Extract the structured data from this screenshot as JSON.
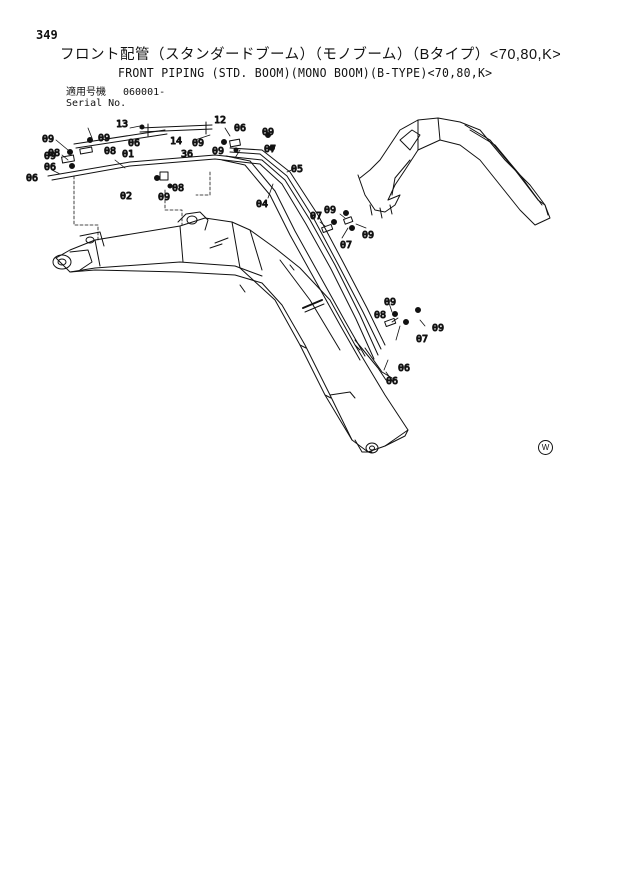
{
  "page_number": "349",
  "title_jp": "フロント配管（スタンダードブーム）（モノブーム）（Bタイプ）<70,80,K>",
  "title_en": "FRONT PIPING (STD. BOOM)(MONO BOOM)(B-TYPE)<70,80,K>",
  "serial": {
    "label_jp": "適用号機",
    "label_en": "Serial No.",
    "value": "060001-"
  },
  "parts": [
    {
      "id": "callout-13",
      "text": "13"
    },
    {
      "id": "callout-06-a",
      "text": "06"
    },
    {
      "id": "callout-14",
      "text": "14"
    },
    {
      "id": "callout-12",
      "text": "12"
    },
    {
      "id": "callout-09-a",
      "text": "09"
    },
    {
      "id": "callout-09-b",
      "text": "09"
    },
    {
      "id": "callout-09-c",
      "text": "09"
    },
    {
      "id": "callout-08-a",
      "text": "08"
    },
    {
      "id": "callout-08-b",
      "text": "08"
    },
    {
      "id": "callout-06-b",
      "text": "06"
    },
    {
      "id": "callout-06-c",
      "text": "06"
    },
    {
      "id": "callout-01",
      "text": "01"
    },
    {
      "id": "callout-02",
      "text": "02"
    },
    {
      "id": "callout-09-d",
      "text": "09"
    },
    {
      "id": "callout-36",
      "text": "36"
    },
    {
      "id": "callout-09-e",
      "text": "09"
    },
    {
      "id": "callout-08-c",
      "text": "08"
    },
    {
      "id": "callout-09-f",
      "text": "09"
    },
    {
      "id": "callout-06-d",
      "text": "06"
    },
    {
      "id": "callout-09-g",
      "text": "09"
    },
    {
      "id": "callout-07-a",
      "text": "07"
    },
    {
      "id": "callout-05",
      "text": "05"
    },
    {
      "id": "callout-04",
      "text": "04"
    },
    {
      "id": "callout-07-b",
      "text": "07"
    },
    {
      "id": "callout-09-h",
      "text": "09"
    },
    {
      "id": "callout-07-c",
      "text": "07"
    },
    {
      "id": "callout-09-i",
      "text": "09"
    },
    {
      "id": "callout-09-j",
      "text": "09"
    },
    {
      "id": "callout-08-d",
      "text": "08"
    },
    {
      "id": "callout-09-k",
      "text": "09"
    },
    {
      "id": "callout-07-d",
      "text": "07"
    },
    {
      "id": "callout-06-e",
      "text": "06"
    },
    {
      "id": "callout-06-f",
      "text": "06"
    }
  ],
  "watermark": "W",
  "colors": {
    "ink": "#111111",
    "background": "#ffffff"
  }
}
